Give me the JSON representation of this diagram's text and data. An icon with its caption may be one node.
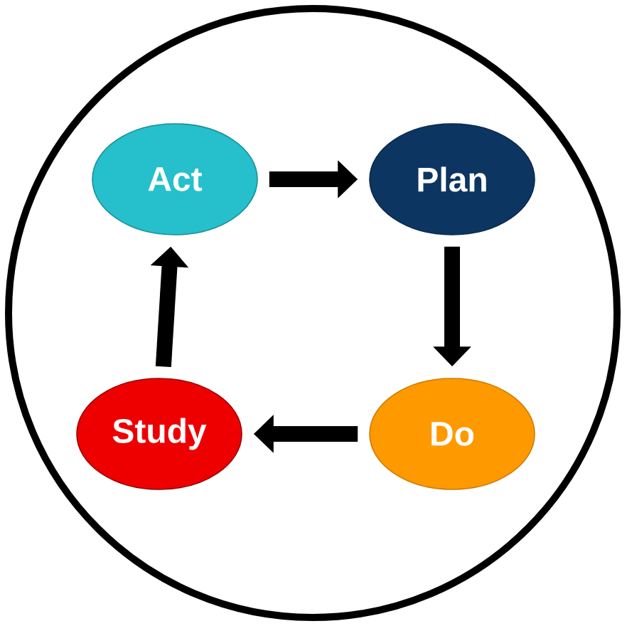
{
  "diagram": {
    "nodes": [
      {
        "text": [
          "Act"
        ]
      },
      {
        "text": [
          "Plan"
        ]
      },
      {
        "text": [
          "Do"
        ]
      },
      {
        "text": [
          "Study"
        ]
      }
    ],
    "edges": [
      {
        "from": 0,
        "to": 1,
        "arrow": "to"
      },
      {
        "from": 1,
        "to": 2,
        "arrow": "to"
      },
      {
        "from": 2,
        "to": 3,
        "arrow": "to"
      },
      {
        "from": 3,
        "to": 0,
        "arrow": "to"
      }
    ]
  }
}
